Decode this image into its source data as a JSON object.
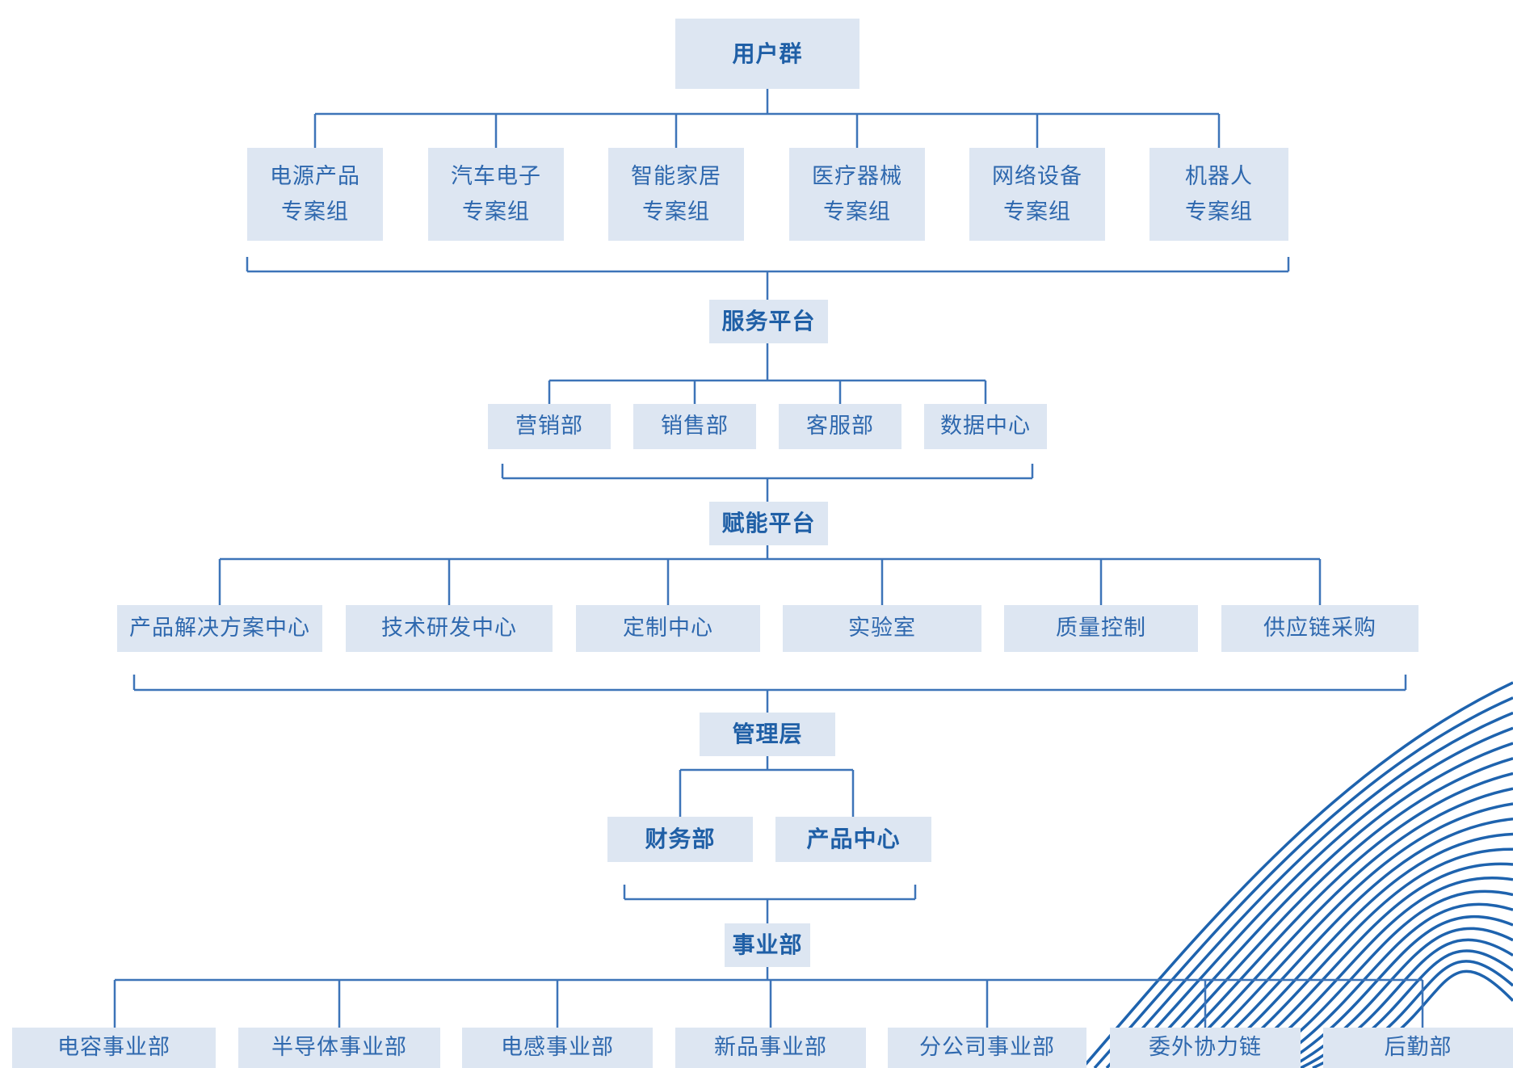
{
  "colors": {
    "line": "#3d74b8",
    "box_fill": "#dde6f2",
    "text": "#2e68ae",
    "swoosh": "#1e63ae"
  },
  "levels": {
    "user_group": {
      "title": "用户群",
      "items": [
        {
          "line1": "电源产品",
          "line2": "专案组"
        },
        {
          "line1": "汽车电子",
          "line2": "专案组"
        },
        {
          "line1": "智能家居",
          "line2": "专案组"
        },
        {
          "line1": "医疗器械",
          "line2": "专案组"
        },
        {
          "line1": "网络设备",
          "line2": "专案组"
        },
        {
          "line1": "机器人",
          "line2": "专案组"
        }
      ]
    },
    "service_platform": {
      "title": "服务平台",
      "items": [
        "营销部",
        "销售部",
        "客服部",
        "数据中心"
      ]
    },
    "enable_platform": {
      "title": "赋能平台",
      "items": [
        "产品解决方案中心",
        "技术研发中心",
        "定制中心",
        "实验室",
        "质量控制",
        "供应链采购"
      ]
    },
    "management": {
      "title": "管理层",
      "items": [
        "财务部",
        "产品中心"
      ]
    },
    "business_division": {
      "title": "事业部",
      "items": [
        "电容事业部",
        "半导体事业部",
        "电感事业部",
        "新品事业部",
        "分公司事业部",
        "委外协力链",
        "后勤部"
      ]
    }
  }
}
